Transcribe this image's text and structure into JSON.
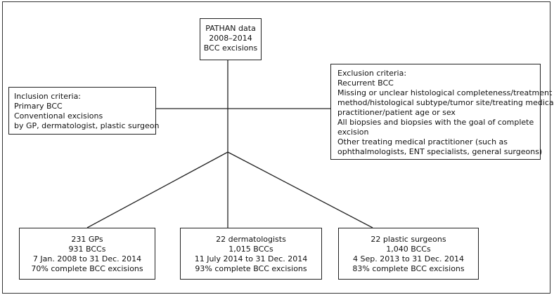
{
  "source": {
    "lines": [
      "PATHAN data",
      "2008–2014",
      "BCC excisions"
    ]
  },
  "inclusion": {
    "lines": [
      "Inclusion criteria:",
      "Primary BCC",
      "Conventional excisions",
      "by GP, dermatologist, plastic surgeon"
    ]
  },
  "exclusion": {
    "lines": [
      "Exclusion criteria:",
      "Recurrent BCC",
      "Missing or unclear histological completeness/treatment",
      "method/histological subtype/tumor site/treating medical",
      "practitioner/patient age or sex",
      "All biopsies and biopsies with the goal of complete",
      "excision",
      "Other treating medical practitioner (such as",
      "ophthalmologists, ENT specialists, general surgeons)"
    ]
  },
  "groups": [
    {
      "lines": [
        "231 GPs",
        "931 BCCs",
        "7 Jan. 2008 to 31 Dec. 2014",
        "70% complete BCC excisions"
      ]
    },
    {
      "lines": [
        "22 dermatologists",
        "1,015 BCCs",
        "11 July 2014 to 31 Dec. 2014",
        "93% complete BCC excisions"
      ]
    },
    {
      "lines": [
        "22 plastic surgeons",
        "1,040 BCCs",
        "4 Sep. 2013 to 31 Dec. 2014",
        "83% complete BCC excisions"
      ]
    }
  ]
}
